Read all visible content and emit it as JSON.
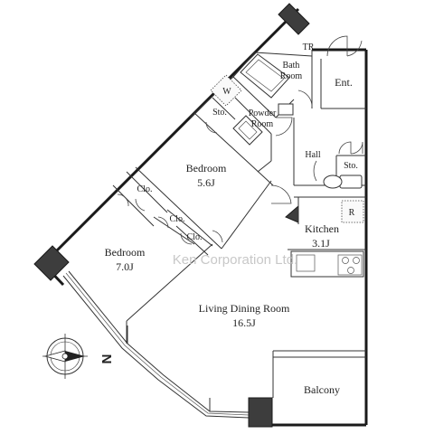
{
  "accent": "#3d3d3d",
  "watermark": "Ken Corporation Ltd.",
  "compass": {
    "letter": "N",
    "icon": "compass-icon"
  },
  "rooms": {
    "tr": {
      "label": "TR"
    },
    "bath": {
      "line1": "Bath",
      "line2": "Room"
    },
    "ent": {
      "label": "Ent."
    },
    "sto1": {
      "label": "Sto."
    },
    "powder": {
      "line1": "Powder",
      "line2": "Room"
    },
    "hall": {
      "label": "Hall"
    },
    "sto2": {
      "label": "Sto."
    },
    "bedroom1": {
      "label": "Bedroom",
      "size": "5.6J"
    },
    "clo1": {
      "label": "Clo."
    },
    "clo2": {
      "label": "Clo."
    },
    "clo3": {
      "label": "Clo."
    },
    "bedroom2": {
      "label": "Bedroom",
      "size": "7.0J"
    },
    "kitchen": {
      "label": "Kitchen",
      "size": "3.1J"
    },
    "ldk": {
      "label": "Living Dining Room",
      "size": "16.5J"
    },
    "balcony": {
      "label": "Balcony"
    },
    "fridge": {
      "label": "R"
    },
    "washer": {
      "label": "W"
    }
  }
}
